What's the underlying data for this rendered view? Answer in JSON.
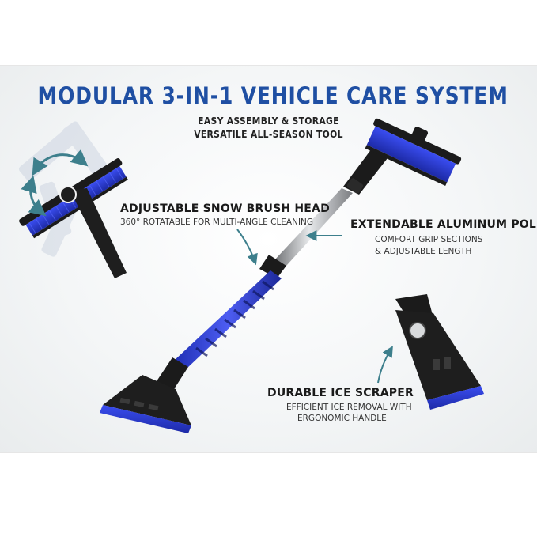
{
  "header": {
    "title": "MODULAR 3-IN-1 VEHICLE CARE SYSTEM",
    "subtitle_line1": "EASY ASSEMBLY & STORAGE",
    "subtitle_line2": "VERSATILE ALL-SEASON TOOL"
  },
  "callouts": {
    "brush": {
      "title": "ADJUSTABLE SNOW BRUSH HEAD",
      "desc": "360° ROTATABLE FOR MULTI-ANGLE CLEANING"
    },
    "pole": {
      "title": "EXTENDABLE ALUMINUM POLE",
      "desc_line1": "COMFORT GRIP SECTIONS",
      "desc_line2": "& ADJUSTABLE LENGTH"
    },
    "scraper": {
      "title": "DURABLE ICE SCRAPER",
      "desc_line1": "EFFICIENT ICE REMOVAL WITH",
      "desc_line2": "ERGONOMIC HANDLE"
    }
  },
  "colors": {
    "title_blue": "#1f4fa3",
    "bristle_blue": "#2a3fd8",
    "arrow_teal": "#3d7f8c"
  }
}
